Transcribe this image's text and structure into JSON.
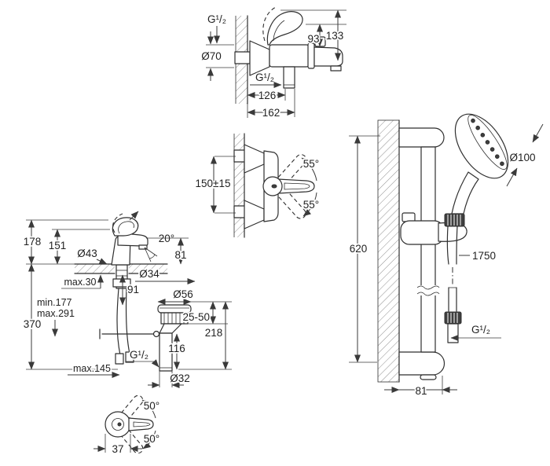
{
  "top_front": {
    "g_top": "G¹/₂",
    "dia70": "Ø70",
    "h93": "93",
    "h133": "133",
    "g_bottom": "G¹/₂",
    "w126": "126",
    "w162": "162"
  },
  "top_plan": {
    "range": "150±15",
    "ang_up": "55°",
    "ang_down": "55°"
  },
  "basin": {
    "h178": "178",
    "h151": "151",
    "dia43": "Ø43",
    "ang20": "20°",
    "h81": "81",
    "deck": "max.30",
    "dia34": "Ø34",
    "h91": "91",
    "dia56": "Ø56",
    "adj": "25-50",
    "h218": "218",
    "hose_min": "min.177",
    "hose_max": "max.291",
    "h370": "370",
    "h116": "116",
    "thread": "G¹/₂",
    "reach": "max.145",
    "dia32": "Ø32"
  },
  "basin_plan": {
    "ang_up": "50°",
    "ang_down": "50°",
    "w37": "37"
  },
  "shower": {
    "dia100": "Ø100",
    "h620": "620",
    "hose": "1750",
    "thread": "G¹/₂",
    "w81": "81"
  }
}
